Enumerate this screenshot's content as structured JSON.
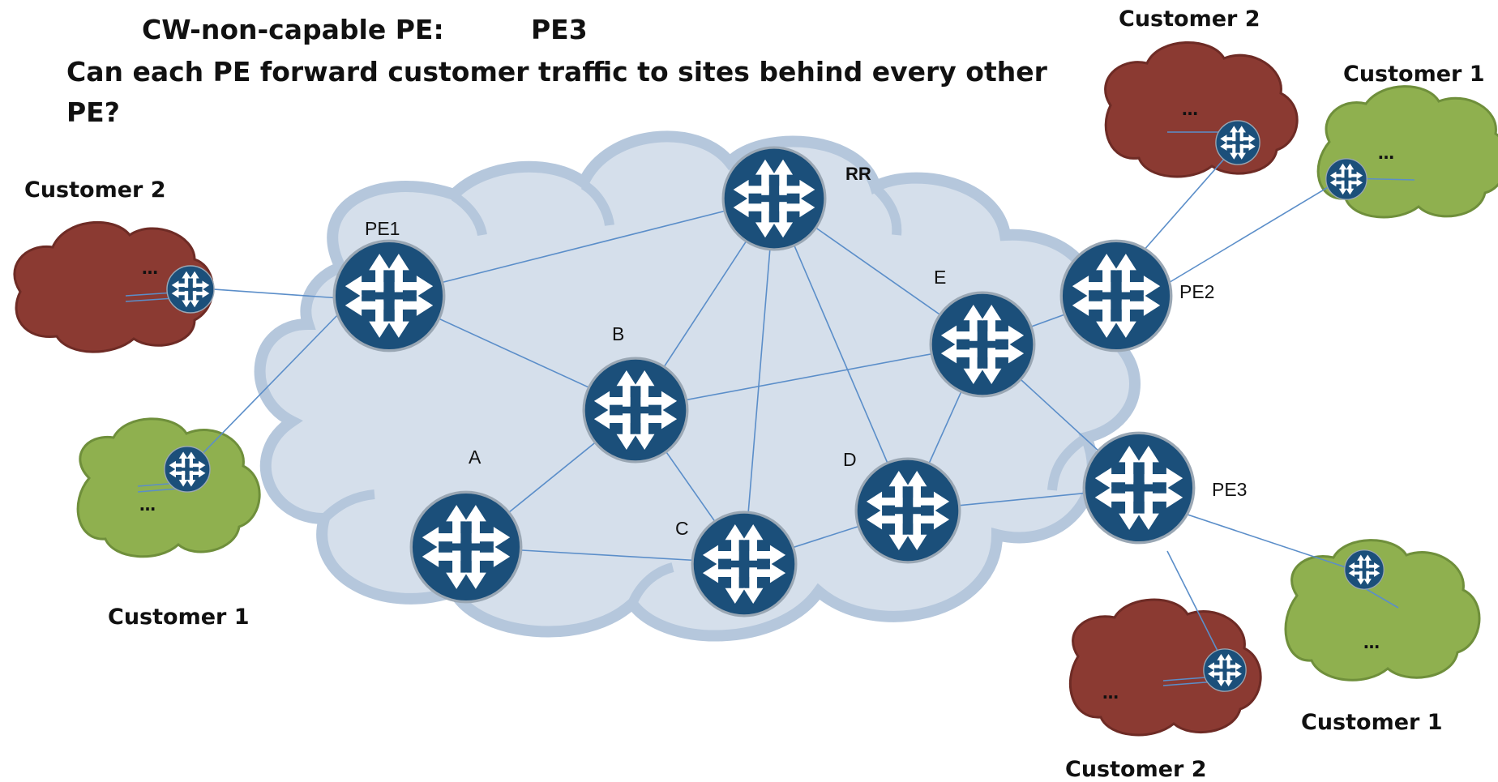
{
  "question": {
    "line1": "CW-non-capable PE:",
    "line1_value": "PE3",
    "line2": "Can each PE forward customer traffic to sites behind every other",
    "line3": "PE?"
  },
  "colors": {
    "core_cloud": "#d5dfeb",
    "core_cloud_edge": "#a9bfd8",
    "customer1_cloud": "#8fb04f",
    "customer2_cloud": "#8b3a32",
    "router_fill": "#1b4f7a",
    "link": "#5b8ec9"
  },
  "routers": [
    {
      "id": "PE1",
      "label": "PE1",
      "icon": "router-icon"
    },
    {
      "id": "RR",
      "label": "RR",
      "icon": "router-icon"
    },
    {
      "id": "B",
      "label": "B",
      "icon": "router-icon"
    },
    {
      "id": "A",
      "label": "A",
      "icon": "router-icon"
    },
    {
      "id": "C",
      "label": "C",
      "icon": "router-icon"
    },
    {
      "id": "D",
      "label": "D",
      "icon": "router-icon"
    },
    {
      "id": "E",
      "label": "E",
      "icon": "router-icon"
    },
    {
      "id": "PE2",
      "label": "PE2",
      "icon": "router-icon"
    },
    {
      "id": "PE3",
      "label": "PE3",
      "icon": "router-icon"
    }
  ],
  "links": [
    [
      "PE1",
      "RR"
    ],
    [
      "PE1",
      "B"
    ],
    [
      "RR",
      "B"
    ],
    [
      "RR",
      "C"
    ],
    [
      "RR",
      "D"
    ],
    [
      "RR",
      "E"
    ],
    [
      "B",
      "A"
    ],
    [
      "B",
      "C"
    ],
    [
      "B",
      "E"
    ],
    [
      "A",
      "C"
    ],
    [
      "C",
      "D"
    ],
    [
      "D",
      "E"
    ],
    [
      "D",
      "PE3"
    ],
    [
      "E",
      "PE2"
    ],
    [
      "E",
      "PE3"
    ]
  ],
  "customer_sites": [
    {
      "id": "c2-pe1",
      "customer": "Customer 2",
      "label": "Customer 2",
      "attached_to": "PE1",
      "dots": "…"
    },
    {
      "id": "c1-pe1",
      "customer": "Customer 1",
      "label": "Customer 1",
      "attached_to": "PE1",
      "dots": "…"
    },
    {
      "id": "c2-pe2",
      "customer": "Customer 2",
      "label": "Customer 2",
      "attached_to": "PE2",
      "dots": "…"
    },
    {
      "id": "c1-pe2",
      "customer": "Customer 1",
      "label": "Customer 1",
      "attached_to": "PE2",
      "dots": "…"
    },
    {
      "id": "c1-pe3",
      "customer": "Customer 1",
      "label": "Customer 1",
      "attached_to": "PE3",
      "dots": "…"
    },
    {
      "id": "c2-pe3",
      "customer": "Customer 2",
      "label": "Customer 2",
      "attached_to": "PE3",
      "dots": "…"
    }
  ]
}
